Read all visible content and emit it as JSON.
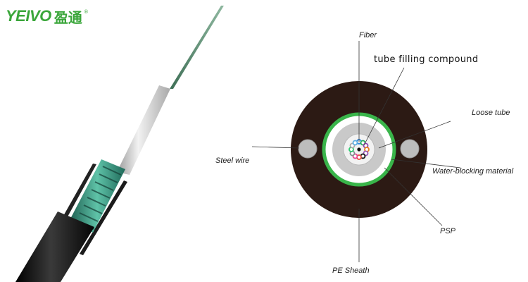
{
  "brand": {
    "latin": "YEIVO",
    "cjk": "盈通",
    "registered": "®",
    "color": "#3aa63a"
  },
  "labels": {
    "fiber": "Fiber",
    "tube_filling_compound": "tube filling compound",
    "loose_tube": "Loose tube",
    "steel_wire": "Steel wire",
    "water_blocking_material": "Water-blocking material",
    "psp": "PSP",
    "pe_sheath": "PE Sheath"
  },
  "colors": {
    "pe_sheath": "#2c1a14",
    "water_blocking": "#39b54a",
    "loose_tube": "#c9c9c9",
    "gel": "#f0f0f0",
    "steel": "#bdbdbd",
    "cable_black": "#111111",
    "armor_green": "#2f8f7a",
    "tube_white": "#e6e6e6"
  },
  "fiber_colors": [
    "#2e86de",
    "#27ae60",
    "#8e44ad",
    "#e67e22",
    "#9b59b6",
    "#111111",
    "#e74c3c",
    "#e84393",
    "#7f8c8d",
    "#2ecc71",
    "#aaaaaa",
    "#5dade2"
  ]
}
